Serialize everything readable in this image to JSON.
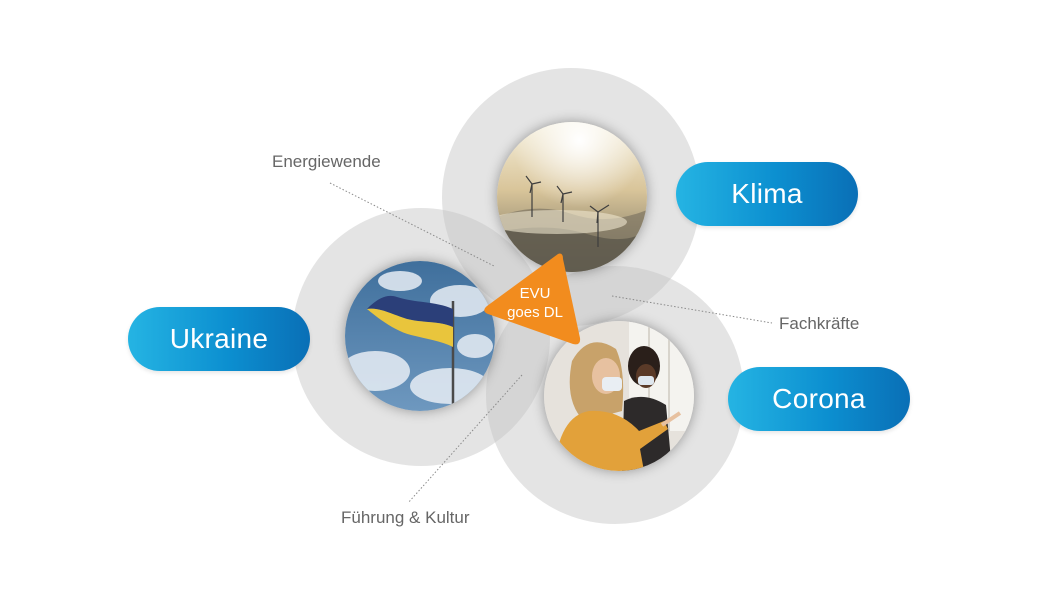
{
  "center": {
    "line1": "EVU",
    "line2": "goes DL",
    "color": "#f28c1e"
  },
  "topics": {
    "klima": {
      "label": "Klima"
    },
    "ukraine": {
      "label": "Ukraine"
    },
    "corona": {
      "label": "Corona"
    }
  },
  "annotations": {
    "energiewende": "Energiewende",
    "fachkraefte": "Fachkräfte",
    "fuehrung": "Führung & Kultur"
  },
  "colors": {
    "pill": "#0c8fd0",
    "ring": "#d6d6d6",
    "annotation_text": "#666666"
  }
}
